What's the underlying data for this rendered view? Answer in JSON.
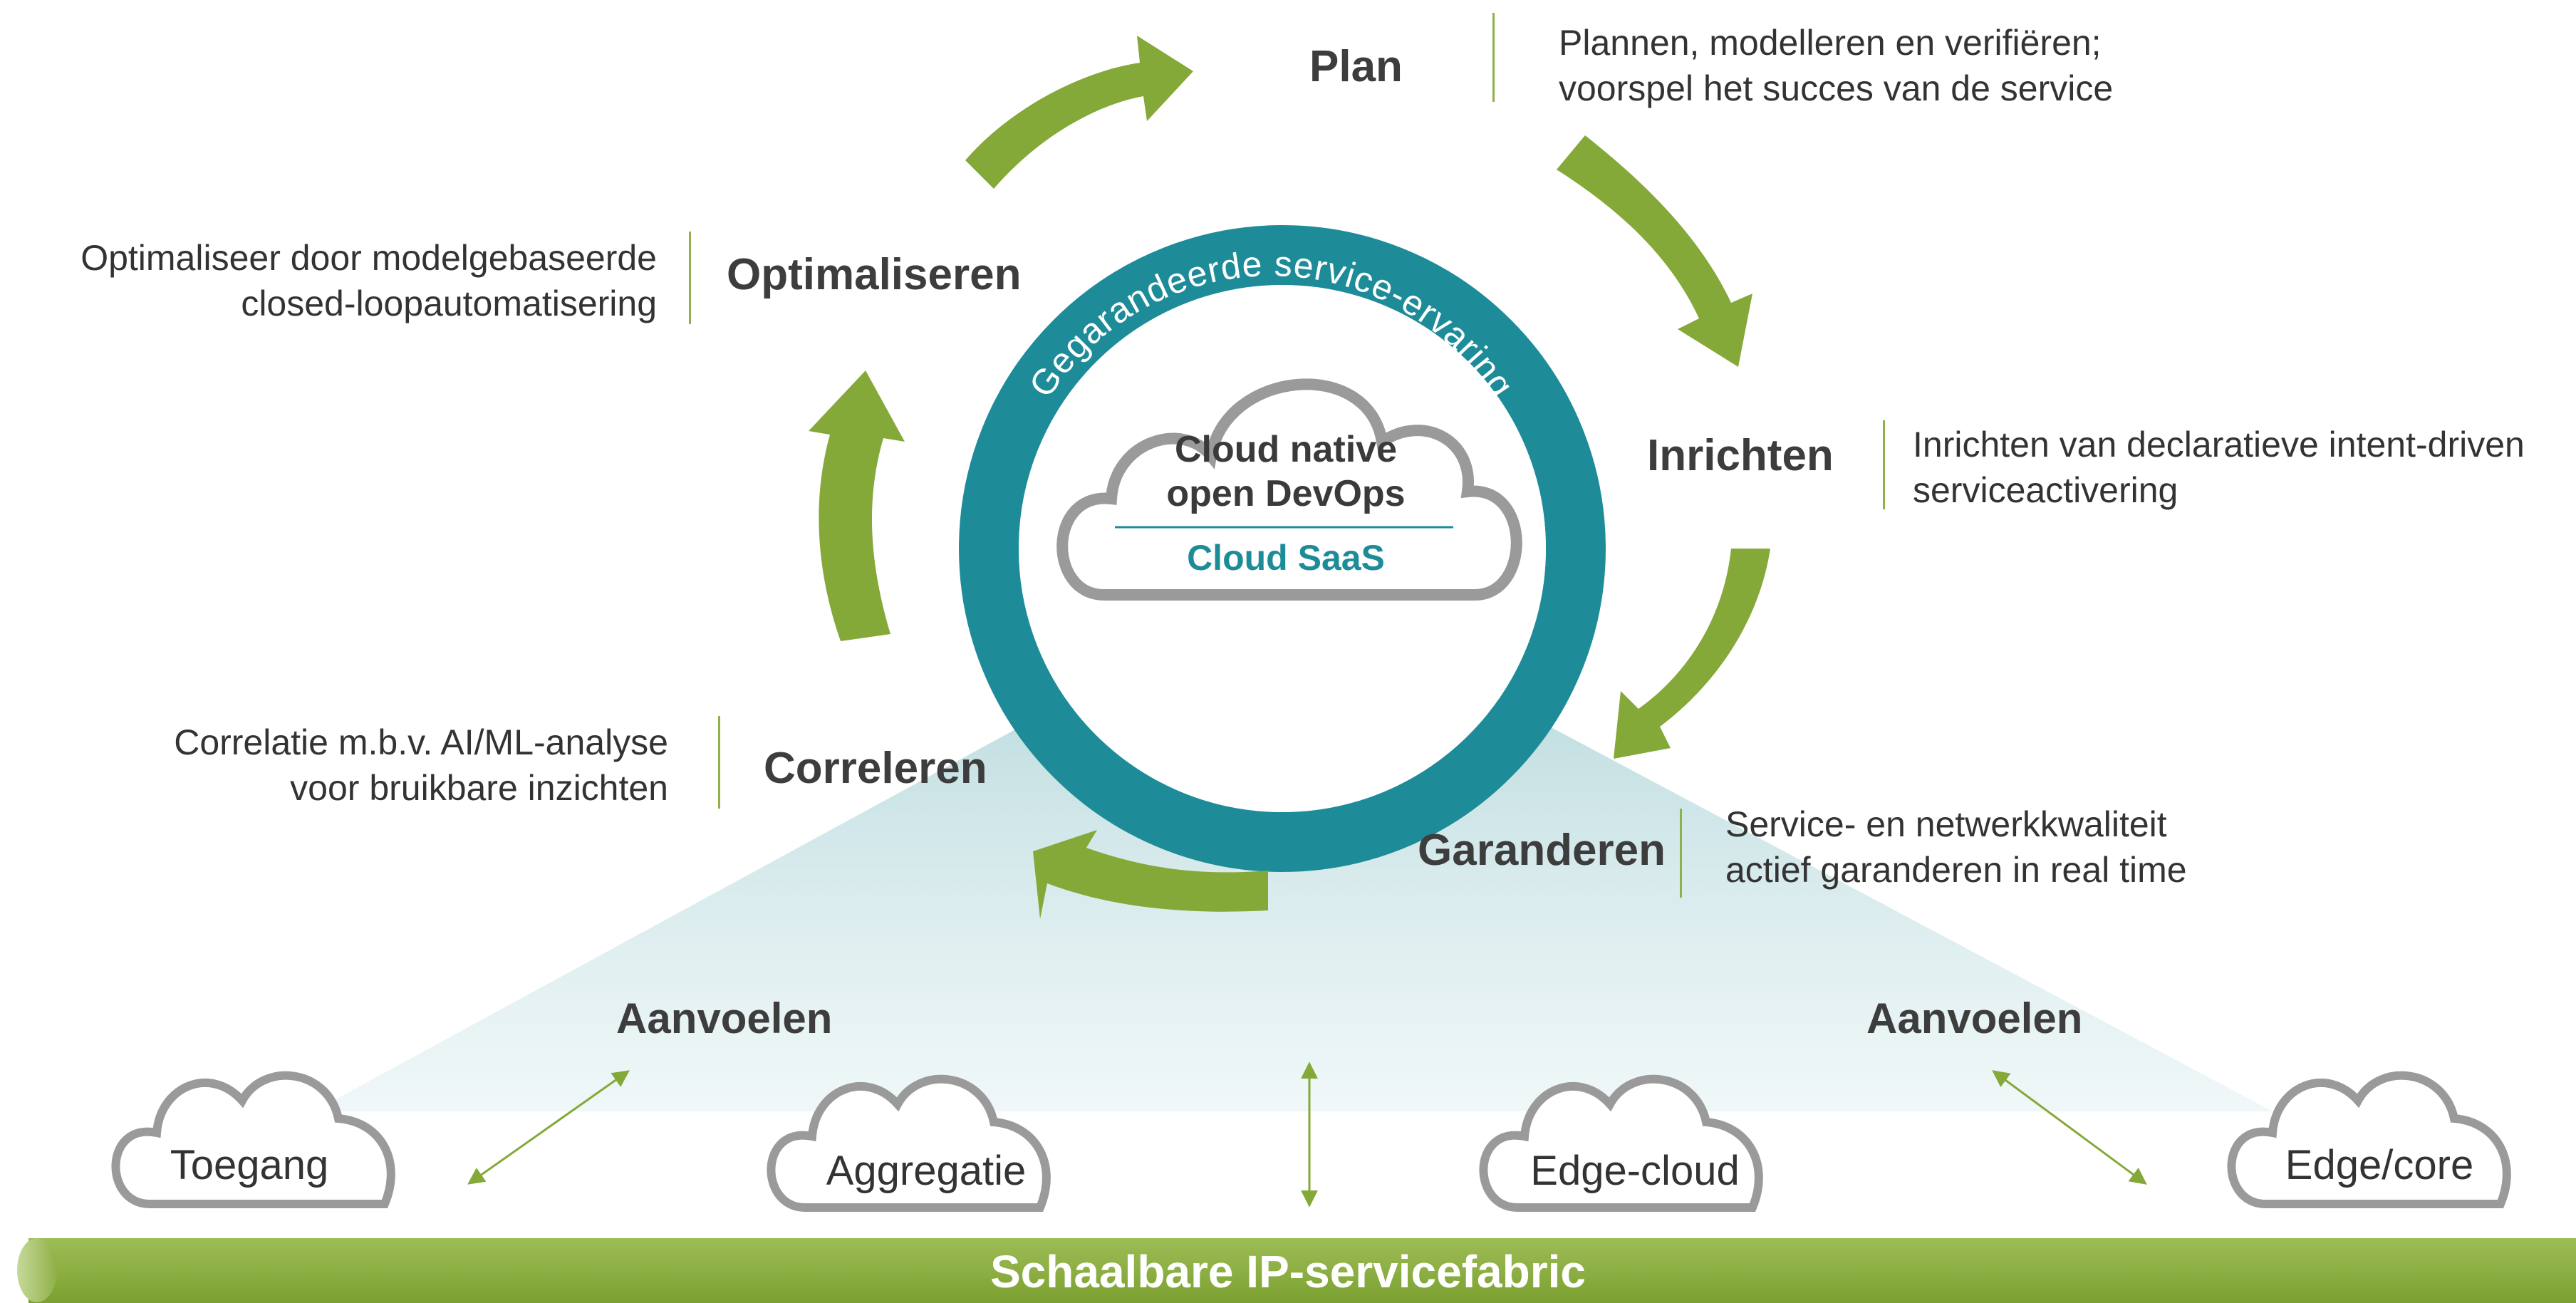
{
  "colors": {
    "green": "#84a938",
    "teal": "#1e8c98",
    "teal_light": "#bfe0e3",
    "cloud_stroke": "#9a9a9a",
    "divider": "#1e8c98"
  },
  "center": {
    "ring_label": "Gegarandeerde service-ervaring",
    "line1": "Cloud native",
    "line2": "open DevOps",
    "saas": "Cloud SaaS"
  },
  "stages": {
    "plan": {
      "label": "Plan",
      "desc1": "Plannen, modelleren en verifiëren;",
      "desc2": "voorspel het succes van de service"
    },
    "inrichten": {
      "label": "Inrichten",
      "desc1": "Inrichten van declaratieve intent-driven",
      "desc2": "serviceactivering"
    },
    "garanderen": {
      "label": "Garanderen",
      "desc1": "Service- en netwerkkwaliteit",
      "desc2": "actief garanderen in real time"
    },
    "correleren": {
      "label": "Correleren",
      "desc1": "Correlatie m.b.v. AI/ML-analyse",
      "desc2": "voor bruikbare inzichten"
    },
    "optimaliseren": {
      "label": "Optimaliseren",
      "desc1": "Optimaliseer door modelgebaseerde",
      "desc2": "closed-loopautomatisering"
    }
  },
  "sense": {
    "left": "Aanvoelen",
    "right": "Aanvoelen"
  },
  "clouds": [
    "Toegang",
    "Aggregatie",
    "Edge-cloud",
    "Edge/core"
  ],
  "fabric": "Schaalbare IP-servicefabric"
}
